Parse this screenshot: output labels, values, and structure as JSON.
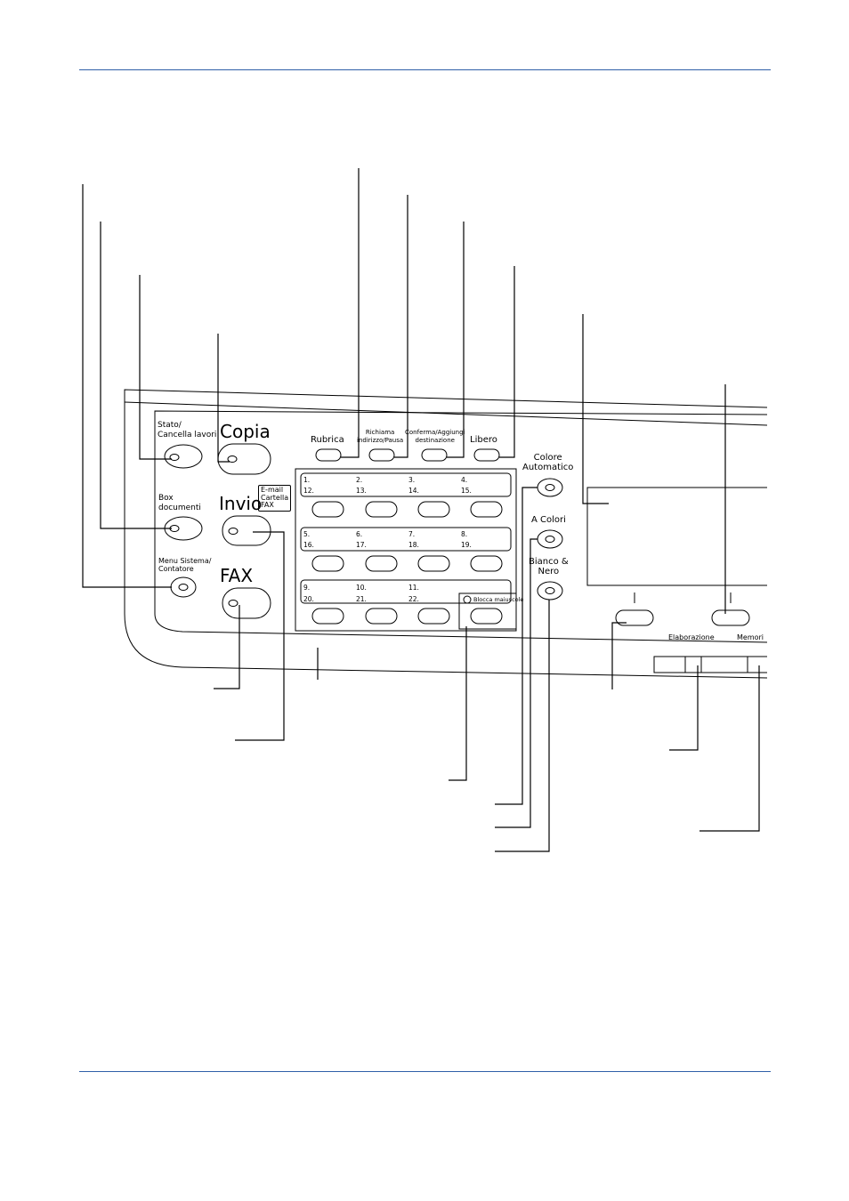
{
  "panel": {
    "left_buttons": {
      "stato_cancella": "Stato/\nCancella lavori",
      "box_documenti": "Box\ndocumenti",
      "menu_sistema": "Menu Sistema/\nContatore"
    },
    "mode_buttons": {
      "copia": "Copia",
      "invio": "Invio",
      "invio_sub": "E-mail\nCartella\nFAX",
      "fax": "FAX"
    },
    "top_buttons": {
      "rubrica": "Rubrica",
      "richiama": "Richiama\nindirizzo/Pausa",
      "conferma": "Conferma/Aggiungi\ndestinazione",
      "libero": "Libero"
    },
    "one_touch_rows": [
      [
        "1.",
        "2.",
        "3.",
        "4."
      ],
      [
        "12.",
        "13.",
        "14.",
        "15."
      ],
      [
        "5.",
        "6.",
        "7.",
        "8."
      ],
      [
        "16.",
        "17.",
        "18.",
        "19."
      ],
      [
        "9.",
        "10.",
        "11."
      ],
      [
        "20.",
        "21.",
        "22."
      ]
    ],
    "blocca_maiuscole": "Blocca maiuscole",
    "color_buttons": {
      "colore_automatico": "Colore\nAutomatico",
      "a_colori": "A Colori",
      "bianco_nero": "Bianco &\nNero"
    },
    "indicators": {
      "elaborazione": "Elaborazione",
      "memoria": "Memori"
    }
  },
  "colors": {
    "rule": "#2f5fa8",
    "line": "#000000"
  }
}
